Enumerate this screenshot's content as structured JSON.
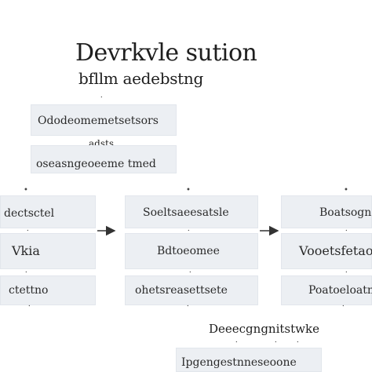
{
  "diagram": {
    "title": "Devrkvle sution",
    "subtitle": "bfllm aedebstng",
    "top_column": {
      "box_1": "Ododeomemetsetsors",
      "between_label": "adsts",
      "box_2": "oseasngeoeeme tmed"
    },
    "left_column": {
      "box_1": "dectsctel",
      "box_2": "Vkia",
      "box_3": "ctettno"
    },
    "center_column": {
      "box_1": "Soeltsaeesatsle",
      "box_2": "Bdtoeomee",
      "box_3": "ohetsreasettsete"
    },
    "right_column": {
      "box_1": "Boatsogne",
      "box_2": "Vooetsfetao",
      "box_3": "Poatoeloatne"
    },
    "bottom": {
      "label": "Deeecgngnitstwke",
      "box": "Ipgengestnneseoone"
    }
  },
  "colors": {
    "box_fill": "#eceff3",
    "text": "#1e1e1e",
    "arrow": "#333333"
  }
}
